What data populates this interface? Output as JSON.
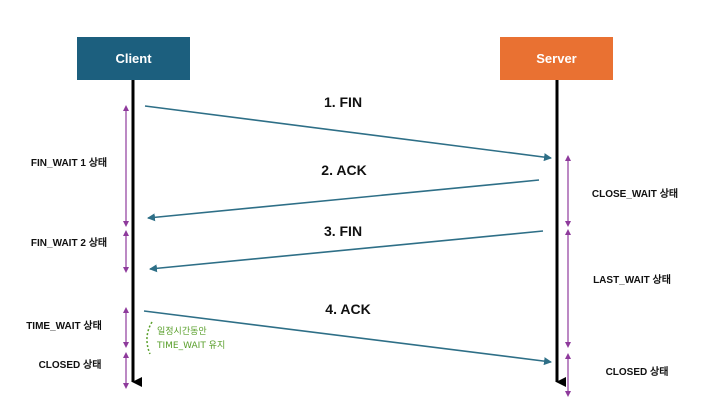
{
  "nodes": {
    "client": "Client",
    "server": "Server"
  },
  "colors": {
    "client_box": "#1c5f7e",
    "server_box": "#e97132",
    "arrow": "#2e6f87",
    "bracket": "#8e3a9c",
    "note": "#5aa02c",
    "lifeline": "#000000"
  },
  "messages": [
    "1. FIN",
    "2. ACK",
    "3. FIN",
    "4. ACK"
  ],
  "client_states": [
    "FIN_WAIT 1 상태",
    "FIN_WAIT 2 상태",
    "TIME_WAIT 상태",
    "CLOSED 상태"
  ],
  "server_states": [
    "CLOSE_WAIT 상태",
    "LAST_WAIT 상태",
    "CLOSED 상태"
  ],
  "note": {
    "line1": "일정시간동안",
    "line2": "TIME_WAIT 유지"
  }
}
